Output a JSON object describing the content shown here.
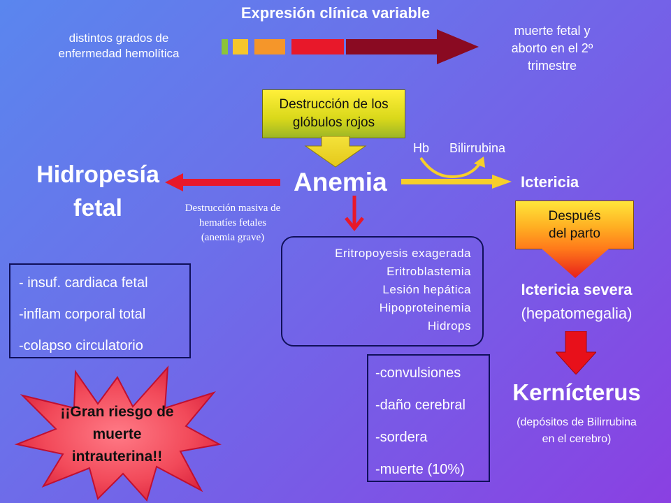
{
  "header": {
    "title": "Expresión clínica variable",
    "left_line1": "distintos grados de",
    "left_line2": "enfermedad hemolítica",
    "right_line1": "muerte fetal y",
    "right_line2": "aborto en el 2º",
    "right_line3": "trimestre"
  },
  "severity_colors": [
    "#8cc43a",
    "#f6c62a",
    "#f5962a",
    "#e8182a",
    "#8a0a22"
  ],
  "destruccion": {
    "line1": "Destrucción de los",
    "line2": "glóbulos rojos"
  },
  "center": {
    "anemia": "Anemia",
    "hb": "Hb",
    "bilirrubina": "Bilirrubina"
  },
  "left": {
    "hidropesia_line1": "Hidropesía",
    "hidropesia_line2": "fetal",
    "masiva_line1": "Destrucción masiva de",
    "masiva_line2": "hematíes fetales",
    "masiva_line3": "(anemia grave)",
    "insuf_items": [
      "- insuf. cardiaca fetal",
      "-inflam corporal total",
      "-colapso circulatorio"
    ],
    "riesgo_line1": "¡¡Gran riesgo de",
    "riesgo_line2": "muerte",
    "riesgo_line3": "intrauterina!!"
  },
  "anemia_effects": [
    "Eritropoyesis exagerada",
    "Eritroblastemia",
    "Lesión hepática",
    "Hipoproteinemia",
    "Hidrops"
  ],
  "right": {
    "ictericia": "Ictericia",
    "despues_line1": "Después",
    "despues_line2": "del parto",
    "severa_line1": "Ictericia severa",
    "severa_line2": "(hepatomegalia)",
    "kernicterus": "Kernícterus",
    "depositos_line1": "(depósitos de Bilirrubina",
    "depositos_line2": "en el cerebro)"
  },
  "kern_effects": [
    "-convulsiones",
    "-daño cerebral",
    "-sordera",
    "-muerte (10%)"
  ]
}
